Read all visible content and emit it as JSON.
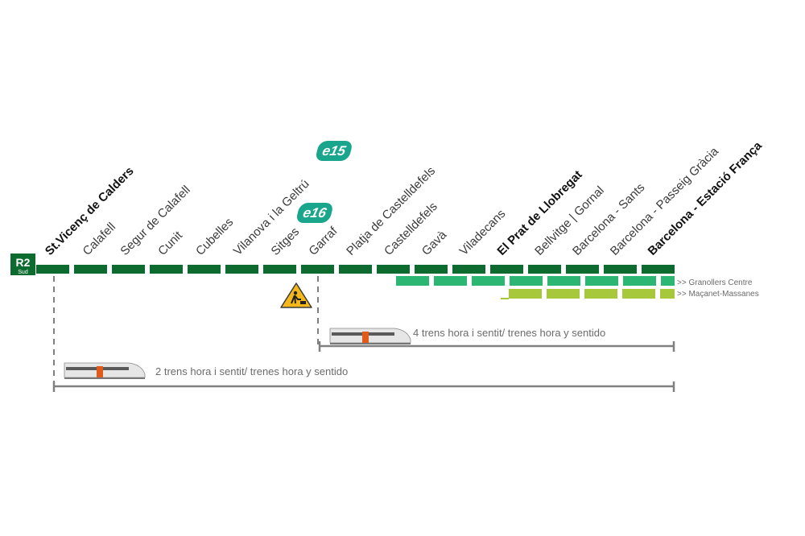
{
  "line": {
    "code": "R2",
    "sub": "Sud",
    "colors": {
      "main": "#0e6b2f",
      "branch1": "#2bb673",
      "branch2": "#a8c83c",
      "badge": "#1aa58d",
      "rail": "#808080"
    }
  },
  "stations": [
    {
      "name": "St.Vicenç de Calders",
      "major": true
    },
    {
      "name": "Calafell",
      "major": false
    },
    {
      "name": "Segur de Calafell",
      "major": false
    },
    {
      "name": "Cunit",
      "major": false
    },
    {
      "name": "Cubelles",
      "major": false
    },
    {
      "name": "Vilanova i la Geltrú",
      "major": false,
      "badge": "e15"
    },
    {
      "name": "Sitges",
      "major": false,
      "badge": "e16"
    },
    {
      "name": "Garraf",
      "major": false
    },
    {
      "name": "Platja de Castelldefels",
      "major": false
    },
    {
      "name": "Castelldefels",
      "major": false
    },
    {
      "name": "Gavà",
      "major": false
    },
    {
      "name": "Viladecans",
      "major": false
    },
    {
      "name": "El Prat de Llobregat",
      "major": true
    },
    {
      "name": "Bellvitge | Gornal",
      "major": false
    },
    {
      "name": "Barcelona - Sants",
      "major": false
    },
    {
      "name": "Barcelona - Passeig Gràcia",
      "major": false
    },
    {
      "name": "Barcelona - Estació França",
      "major": true
    }
  ],
  "branches": {
    "granollers": ">> Granollers Centre",
    "macanet": ">> Maçanet-Massanes"
  },
  "services": {
    "frequent": "4 trens hora i sentit/ trenes  hora y sentido",
    "regular": "2 trens hora i sentit/ trenes hora y sentido"
  },
  "icons": {
    "works": "roadworks-warning-icon",
    "train": "train-icon"
  }
}
